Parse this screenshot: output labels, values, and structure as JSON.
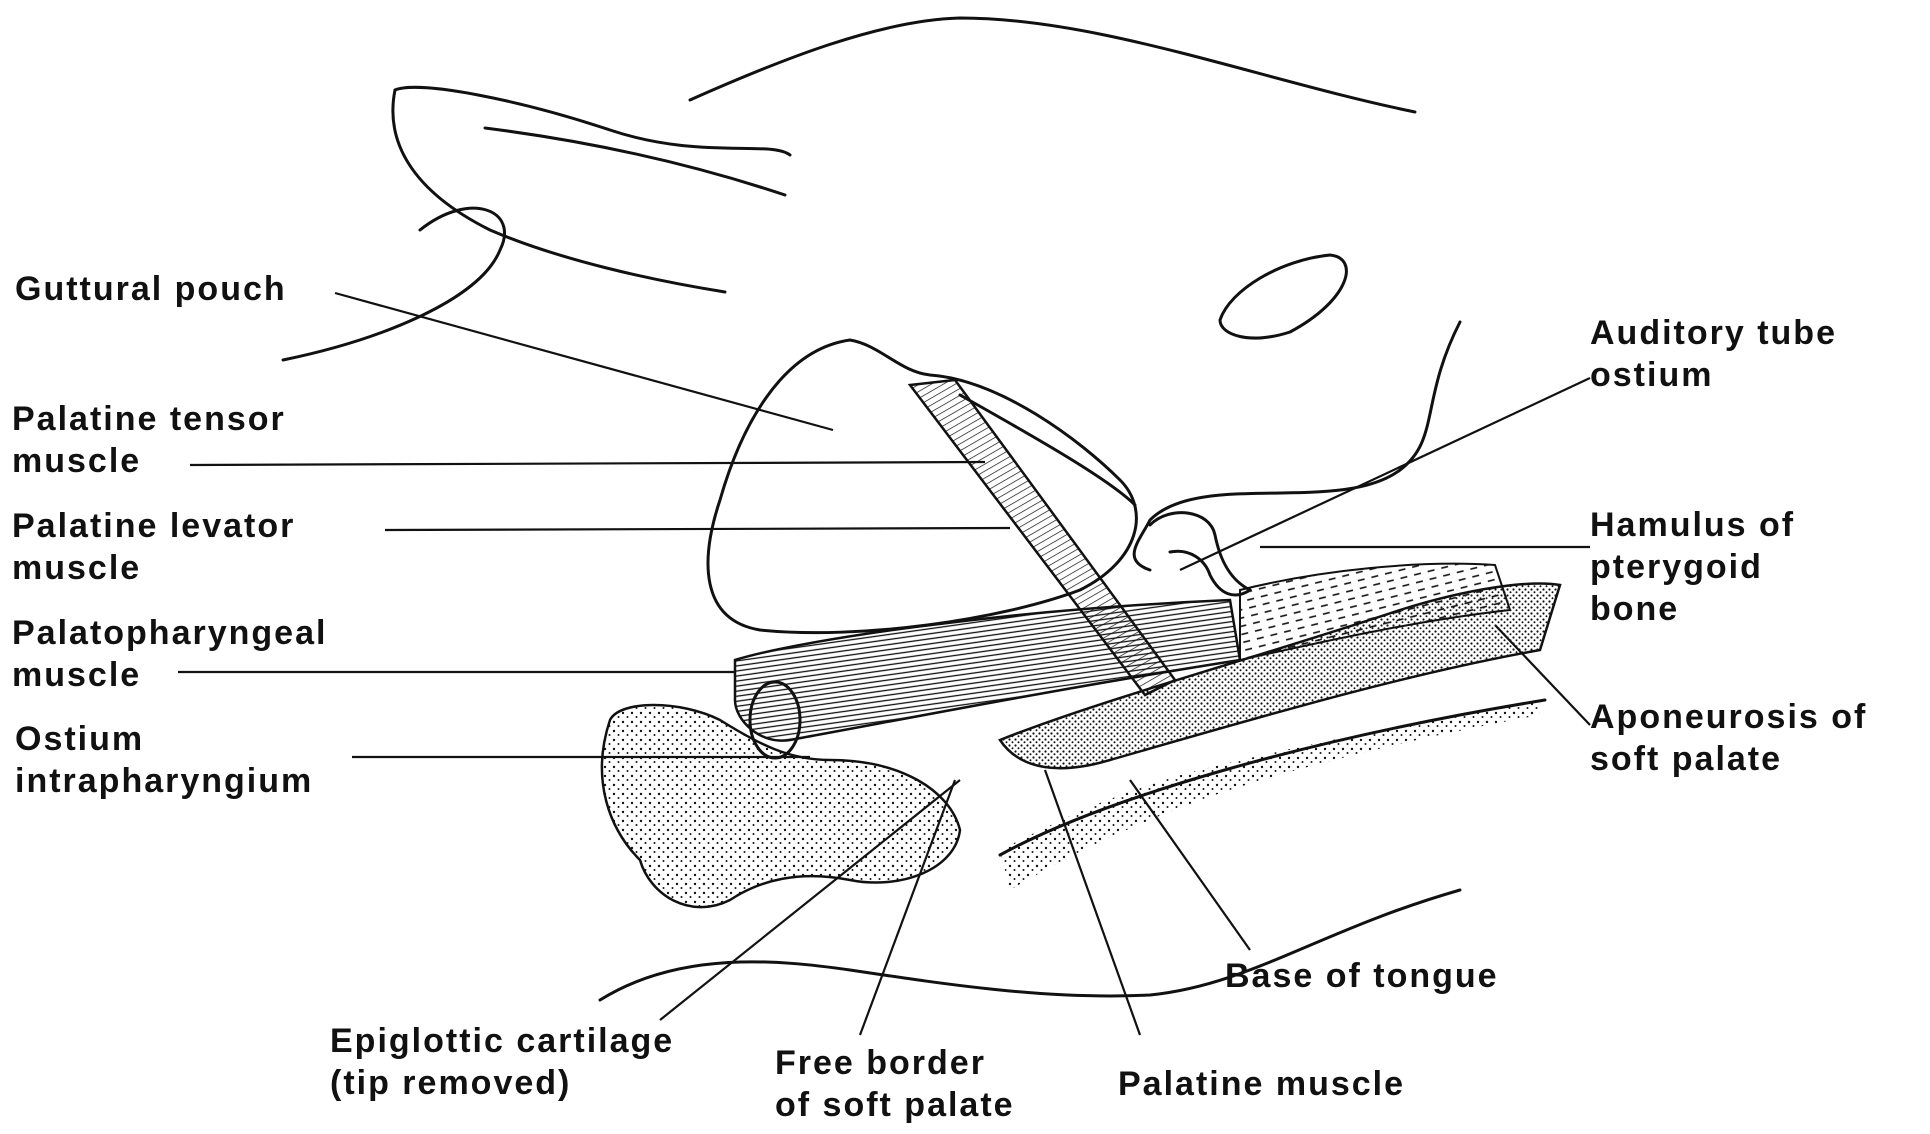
{
  "colors": {
    "ink": "#111111",
    "paper": "#ffffff"
  },
  "labels": {
    "guttural_pouch": [
      "Guttural pouch"
    ],
    "palatine_tensor": [
      "Palatine tensor",
      "muscle"
    ],
    "palatine_levator": [
      "Palatine levator",
      "muscle"
    ],
    "palatopharyngeal": [
      "Palatopharyngeal",
      "muscle"
    ],
    "ostium_intrapharyngium": [
      "Ostium",
      "intrapharyngium"
    ],
    "auditory_tube": [
      "Auditory tube",
      "ostium"
    ],
    "hamulus": [
      "Hamulus of",
      "pterygoid",
      "bone"
    ],
    "aponeurosis": [
      "Aponeurosis of",
      "soft palate"
    ],
    "base_of_tongue": [
      "Base of tongue"
    ],
    "epiglottic": [
      "Epiglottic cartilage",
      "(tip removed)"
    ],
    "free_border": [
      "Free border",
      "of soft palate"
    ],
    "palatine_muscle": [
      "Palatine muscle"
    ]
  }
}
